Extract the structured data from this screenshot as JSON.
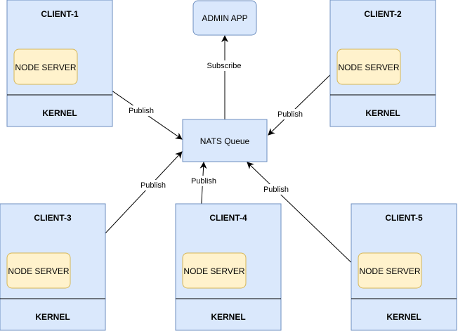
{
  "colors": {
    "client_fill": "#dae8fc",
    "client_stroke": "#6c8ebf",
    "node_fill": "#fff2cc",
    "node_stroke": "#d6b656",
    "edge": "#000000"
  },
  "admin_app": {
    "label": "ADMIN APP"
  },
  "queue": {
    "label": "NATS Queue"
  },
  "clients": [
    {
      "title": "CLIENT-1",
      "node_label": "NODE SERVER",
      "kernel_label": "KERNEL"
    },
    {
      "title": "CLIENT-2",
      "node_label": "NODE SERVER",
      "kernel_label": "KERNEL"
    },
    {
      "title": "CLIENT-3",
      "node_label": "NODE SERVER",
      "kernel_label": "KERNEL"
    },
    {
      "title": "CLIENT-4",
      "node_label": "NODE SERVER",
      "kernel_label": "KERNEL"
    },
    {
      "title": "CLIENT-5",
      "node_label": "NODE SERVER",
      "kernel_label": "KERNEL"
    }
  ],
  "edges": [
    {
      "from": "CLIENT-1",
      "to": "NATS Queue",
      "label": "Publish"
    },
    {
      "from": "CLIENT-2",
      "to": "NATS Queue",
      "label": "Publish"
    },
    {
      "from": "CLIENT-3",
      "to": "NATS Queue",
      "label": "Publish"
    },
    {
      "from": "CLIENT-4",
      "to": "NATS Queue",
      "label": "Publish"
    },
    {
      "from": "CLIENT-5",
      "to": "NATS Queue",
      "label": "Publish"
    },
    {
      "from": "NATS Queue",
      "to": "ADMIN APP",
      "label": "Subscribe"
    }
  ]
}
